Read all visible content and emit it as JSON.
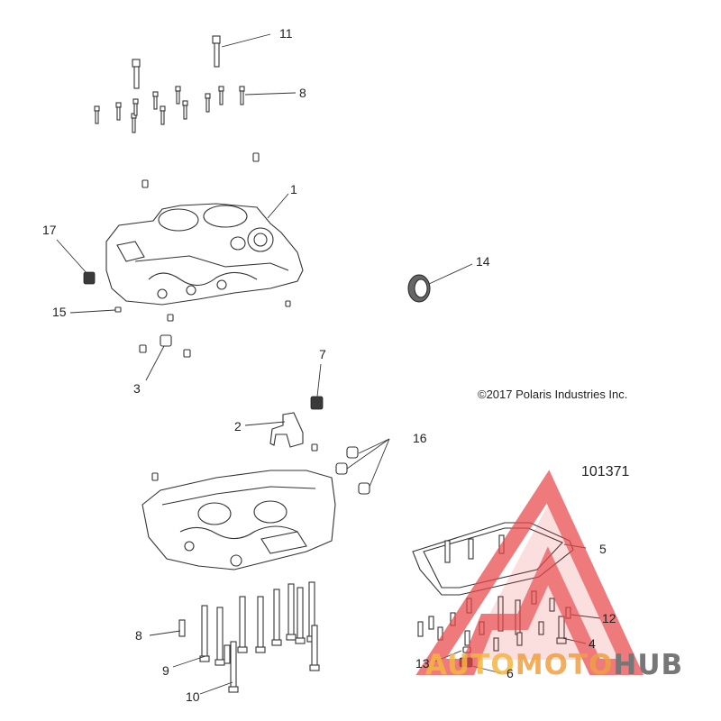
{
  "diagram": {
    "copyright": "©2017 Polaris Industries Inc.",
    "document_number": "101371",
    "callouts": {
      "c1": "1",
      "c2": "2",
      "c3": "3",
      "c4": "4",
      "c5": "5",
      "c6": "6",
      "c7": "7",
      "c8a": "8",
      "c8b": "8",
      "c9": "9",
      "c10": "10",
      "c11": "11",
      "c12": "12",
      "c13": "13",
      "c14": "14",
      "c15": "15",
      "c16": "16",
      "c17": "17"
    }
  },
  "watermark": {
    "part1": "AUTO",
    "part2": "MOTO",
    "part3": "HUB",
    "colors": {
      "auto": "#f5b640",
      "moto": "#f0a040",
      "hub": "#777777",
      "triangle": "#e8474a"
    }
  }
}
